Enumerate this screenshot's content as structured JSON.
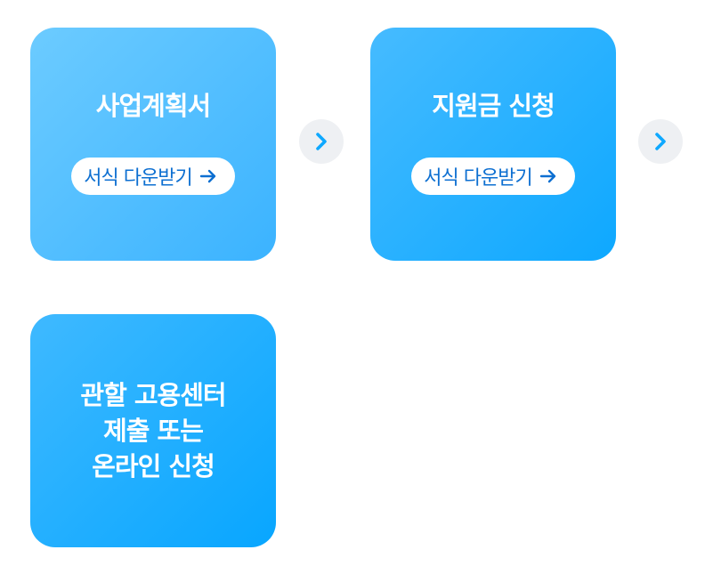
{
  "steps": [
    {
      "title": "사업계획서",
      "button_label": "서식 다운받기"
    },
    {
      "title": "지원금 신청",
      "button_label": "서식 다운받기"
    },
    {
      "title_lines": [
        "관할 고용센터",
        "제출 또는",
        "온라인 신청"
      ]
    }
  ],
  "icons": {
    "step_arrow": "chevron-right-icon",
    "button_arrow": "arrow-right-icon"
  },
  "colors": {
    "accent_chevron": "#0ea8ff",
    "button_text": "#0d6fd1"
  }
}
